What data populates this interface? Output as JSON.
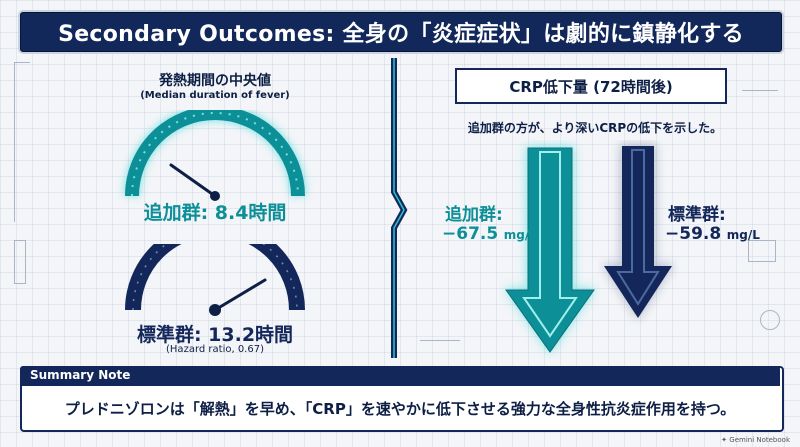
{
  "header": {
    "title": "Secondary Outcomes: 全身の「炎症症状」は劇的に鎮静化する"
  },
  "fever": {
    "title": "発熱期間の中央値",
    "subtitle": "(Median duration of fever)",
    "add_label": "追加群: 8.4時間",
    "add_value": 8.4,
    "std_label": "標準群: 13.2時間",
    "std_value": 13.2,
    "hazard_note": "(Hazard ratio, 0.67)",
    "unit": "時間"
  },
  "crp": {
    "title": "CRP低下量 (72時間後)",
    "caption": "追加群の方が、より深いCRPの低下を示した。",
    "add_group": "追加群:",
    "add_value_text": "−67.5",
    "add_value": -67.5,
    "std_group": "標準群:",
    "std_value_text": "−59.8",
    "std_value": -59.8,
    "unit": "mg/L"
  },
  "summary": {
    "tab_label": "Summary Note",
    "text": "プレドニゾロンは「解熱」を早め、「CRP」を速やかに低下させる強力な全身性抗炎症作用を持つ。"
  },
  "badge": {
    "text": "Gemini Notebook"
  },
  "colors": {
    "navy": "#14275a",
    "teal": "#0d8f98",
    "teal_glow": "#2fd6d8",
    "background": "#f3f5f8"
  },
  "icons": [
    "fever-gauge-icon",
    "crp-arrow-icon"
  ]
}
